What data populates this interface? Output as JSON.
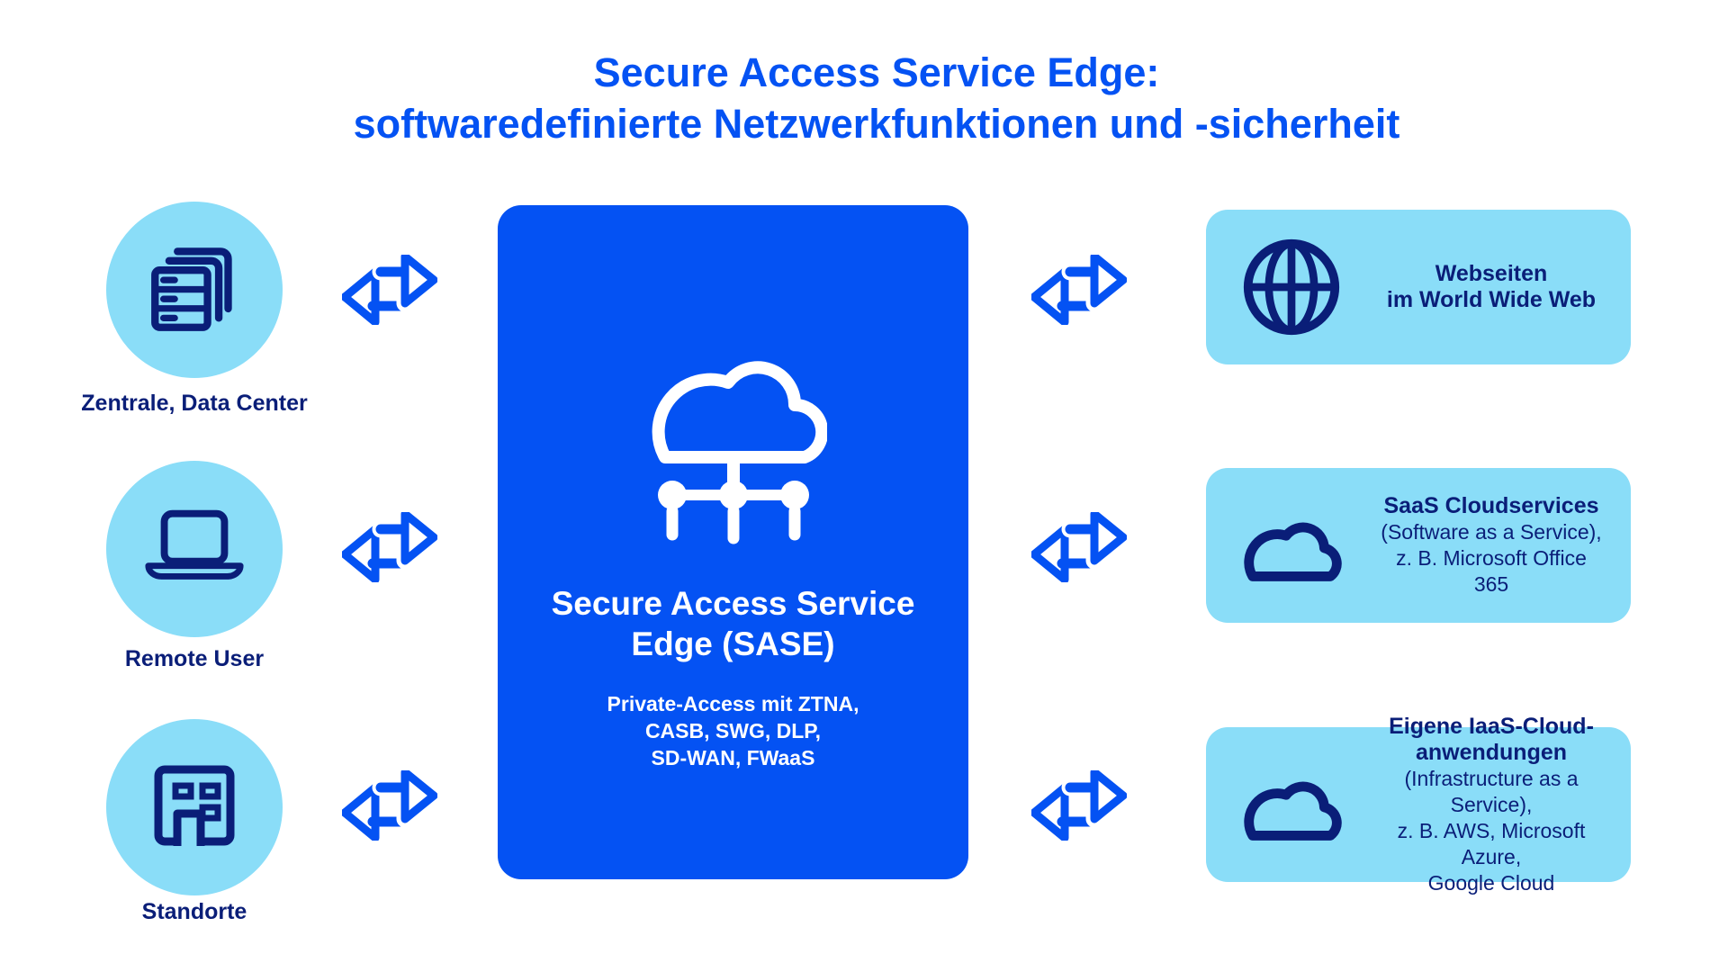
{
  "title": {
    "line1": "Secure Access Service Edge:",
    "line2": "softwaredefinierte Netzwerkfunktionen und -sicherheit"
  },
  "colors": {
    "accent_blue": "#0452F3",
    "navy": "#0A1E78",
    "light_blue": "#8ADDF8",
    "white": "#FFFFFF"
  },
  "left_nodes": [
    {
      "icon": "server-stack-icon",
      "label": "Zentrale, Data Center"
    },
    {
      "icon": "laptop-icon",
      "label": "Remote User"
    },
    {
      "icon": "building-icon",
      "label": "Standorte"
    }
  ],
  "arrows": {
    "icon": "bidirectional-arrows-icon",
    "count_left": 3,
    "count_right": 3
  },
  "center": {
    "icon": "cloud-network-icon",
    "title_line1": "Secure Access Service",
    "title_line2": "Edge (SASE)",
    "subtitle_line1": "Private-Access mit ZTNA,",
    "subtitle_line2": "CASB, SWG, DLP,",
    "subtitle_line3": "SD-WAN, FWaaS"
  },
  "right_nodes": [
    {
      "icon": "globe-icon",
      "bold_line1": "Webseiten",
      "bold_line2": "im World Wide Web"
    },
    {
      "icon": "cloud-icon",
      "bold_line1": "SaaS Cloudservices",
      "line1": "(Software as a Service),",
      "line2": "z. B. Microsoft Office 365"
    },
    {
      "icon": "cloud-icon",
      "bold_line1": "Eigene IaaS-Cloud-",
      "bold_line2": "anwendungen",
      "line1": "(Infrastructure as a Service),",
      "line2": "z. B. AWS, Microsoft Azure,",
      "line3": "Google Cloud"
    }
  ]
}
